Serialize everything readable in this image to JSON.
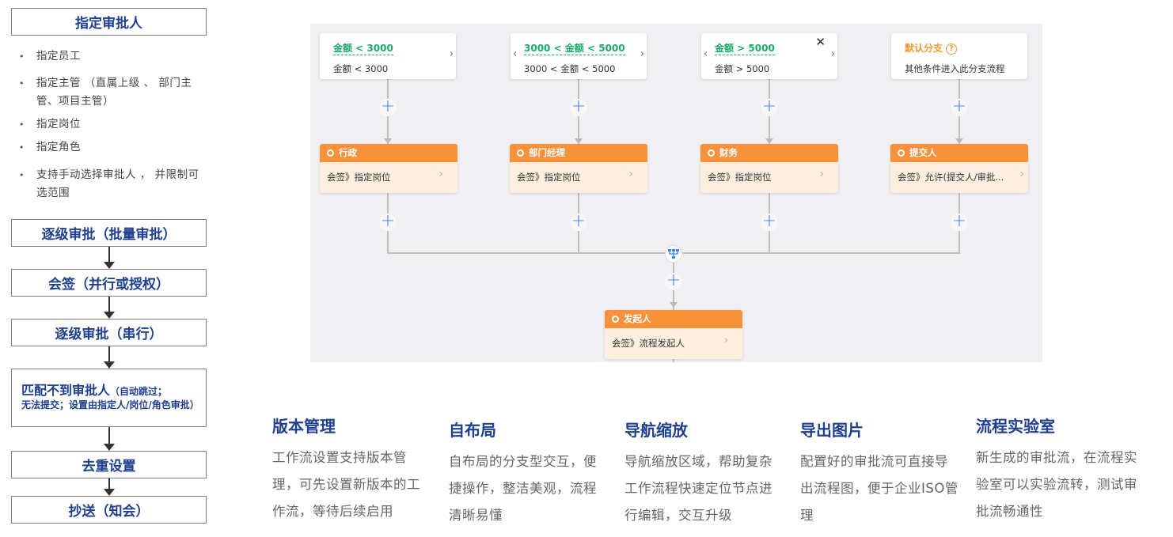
{
  "left": {
    "assign_title": "指定审批人",
    "assign_options": [
      "指定员工",
      "指定主管 （直属上级 、 部门主管、项目主管）",
      "指定岗位",
      "指定角色",
      "支持手动选择审批人 ， 并限制可选范围"
    ],
    "steps": [
      {
        "title": "逐级审批（批量审批）"
      },
      {
        "title": "会签（并行或授权）"
      },
      {
        "title": "逐级审批（串行）"
      },
      {
        "title": "匹配不到审批人",
        "note_inline": "（自动跳过；",
        "note_rest": "无法提交；设置由指定人/岗位/角色审批）"
      },
      {
        "title": "去重设置"
      },
      {
        "title": "抄送（知会）"
      }
    ]
  },
  "flow": {
    "conditions": [
      {
        "title": "金额 < 3000",
        "desc": "金额 < 3000"
      },
      {
        "title": "3000 < 金额 < 5000",
        "desc": "3000 < 金额 < 5000"
      },
      {
        "title": "金额 > 5000",
        "desc": "金额 > 5000"
      },
      {
        "title": "默认分支",
        "desc": "其他条件进入此分支流程",
        "help": "?"
      }
    ],
    "nodes": [
      {
        "title": "行政",
        "body": "会签》指定岗位"
      },
      {
        "title": "部门经理",
        "body": "会签》指定岗位"
      },
      {
        "title": "财务",
        "body": "会签》指定岗位"
      },
      {
        "title": "提交人",
        "body": "会签》允许(提交人/审批..."
      }
    ],
    "initiator": {
      "title": "发起人",
      "body": "会签》流程发起人"
    },
    "close_glyph": "✕",
    "chevron_right": "›",
    "chevron_left": "‹",
    "plus_glyph": "+"
  },
  "features": [
    {
      "title": "版本管理",
      "desc": "工作流设置支持版本管理，可先设置新版本的工作流，等待后续启用"
    },
    {
      "title": "自布局",
      "desc": "自布局的分支型交互，便捷操作，整洁美观，流程清晰易懂"
    },
    {
      "title": "导航缩放",
      "desc": "导航缩放区域，帮助复杂工作流程快速定位节点进行编辑，交互升级"
    },
    {
      "title": "导出图片",
      "desc": "配置好的审批流可直接导出流程图，便于企业ISO管理"
    },
    {
      "title": "流程实验室",
      "desc": "新生成的审批流，在流程实验室可以实验流转，测试审批流畅通性"
    }
  ],
  "colors": {
    "title_blue": "#1f3f8f",
    "condition_green": "#1ea86b",
    "node_orange": "#f7913a",
    "node_body": "#fdeee0",
    "plus_blue": "#3b82f6"
  }
}
